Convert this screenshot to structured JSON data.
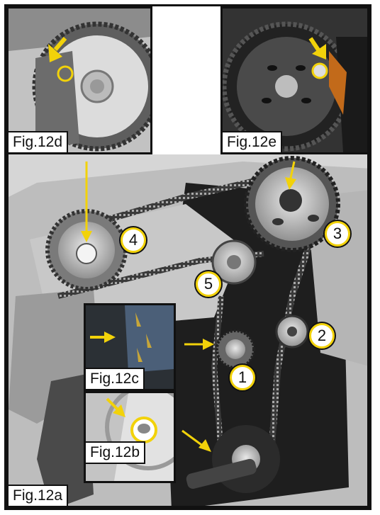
{
  "figures": {
    "fig_12a": "Fig.12a",
    "fig_12b": "Fig.12b",
    "fig_12c": "Fig.12c",
    "fig_12d": "Fig.12d",
    "fig_12e": "Fig.12e"
  },
  "markers": [
    "1",
    "2",
    "3",
    "4",
    "5"
  ],
  "colors": {
    "arrow": "#f2d20a",
    "frame": "#111111",
    "background": "#ffffff"
  }
}
